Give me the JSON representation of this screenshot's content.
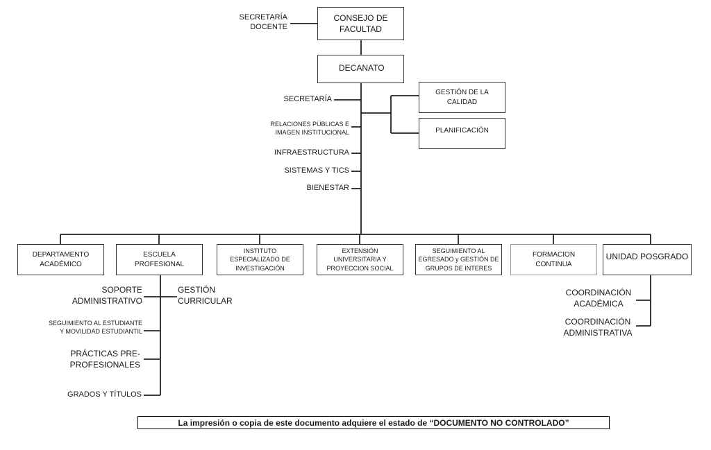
{
  "top": {
    "consejo": "CONSEJO DE\nFACULTAD",
    "secretaria_docente": "SECRETARÍA\nDOCENTE",
    "decanato": "DECANATO"
  },
  "staff_left": {
    "secretaria": "SECRETARÍA",
    "relaciones": "RELACIONES PÚBLICAS E\nIMAGEN INSTITUCIONAL",
    "infraestructura": "INFRAESTRUCTURA",
    "sistemas": "SISTEMAS Y TICS",
    "bienestar": "BIENESTAR"
  },
  "staff_right": {
    "gestion_calidad": "GESTIÓN DE LA\nCALIDAD",
    "planificacion": "PLANIFICACIÓN"
  },
  "units": {
    "departamento": "DEPARTAMENTO\nACADÉMICO",
    "escuela": "ESCUELA\nPROFESIONAL",
    "instituto": "INSTITUTO\nESPECIALIZADO DE\nINVESTIGACIÓN",
    "extension": "EXTENSIÓN\nUNIVERSITARIA Y\nPROYECCION SOCIAL",
    "seguimiento": "SEGUIMIENTO AL\nEGRESADO y GESTIÓN DE\nGRUPOS DE INTERES",
    "formacion": "FORMACION\nCONTINUA",
    "posgrado": "UNIDAD POSGRADO"
  },
  "escuela_children": {
    "soporte": "SOPORTE\nADMINISTRATIVO",
    "gestion_curricular": "GESTIÓN\nCURRICULAR",
    "seguimiento_estudiante": "SEGUIMIENTO AL ESTUDIANTE\nY MOVILIDAD ESTUDIANTIL",
    "practicas": "PRÁCTICAS PRE-\nPROFESIONALES",
    "grados": "GRADOS Y TÍTULOS"
  },
  "posgrado_children": {
    "coord_academica": "COORDINACIÓN\nACADÉMICA",
    "coord_administrativa": "COORDINACIÓN\nADMINISTRATIVA"
  },
  "footer": "La impresión o copia de este documento adquiere el estado de “DOCUMENTO NO CONTROLADO”"
}
